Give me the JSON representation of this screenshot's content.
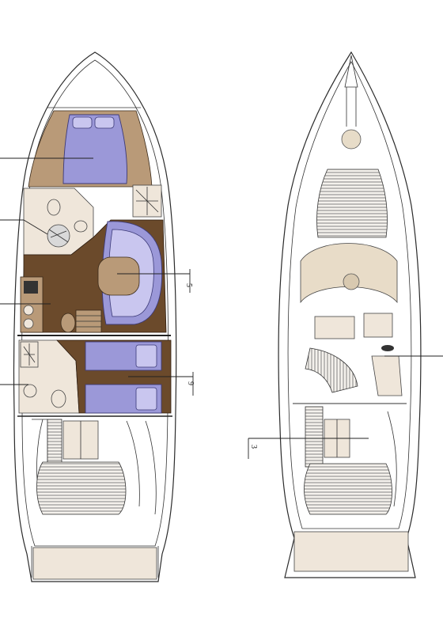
{
  "callouts": {
    "c5": "5",
    "c9": "9",
    "c3": "3"
  },
  "colors": {
    "interior_floor": "#6b4a2b",
    "upholstery": "#9b98d8",
    "galley_tan": "#b99a78",
    "hull_outline": "#2b2b2b"
  }
}
